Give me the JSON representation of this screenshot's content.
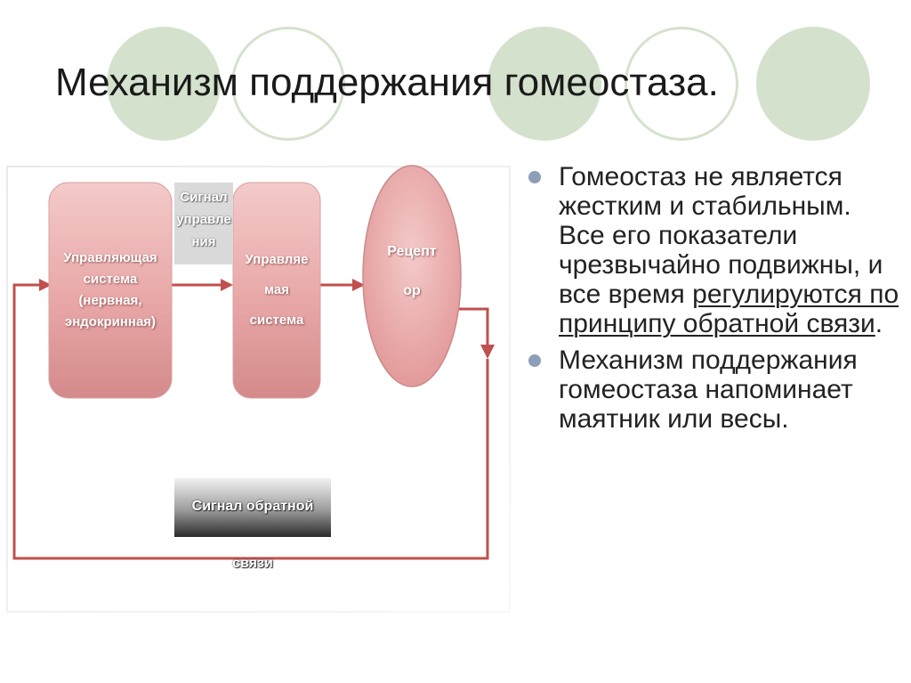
{
  "slide": {
    "title": "Механизм поддержания гомеостаза."
  },
  "theme": {
    "circle_color": "#d4e2cd",
    "box_color": "#e8a7a7",
    "line_color": "#c0504d"
  },
  "diagram": {
    "control_system": {
      "line1": "Управляющая",
      "line2": "система",
      "line3": "(нервная,",
      "line4": "эндокринная)"
    },
    "control_signal": {
      "line1": "Сигнал",
      "line2": "управле",
      "line3": "ния"
    },
    "controlled_system": {
      "line1": "Управляе",
      "line2": "мая",
      "line3": "система"
    },
    "receptor": {
      "line1": "Рецепт",
      "line2": "ор"
    },
    "feedback_signal": "Сигнал обратной связи"
  },
  "bullets": {
    "b1_text": "Гомеостаз не является жестким и стабильным. Все его показатели чрезвычайно подвижны, и все время ",
    "b1_link": "регулируются по принципу обратной связи",
    "b1_end": ".",
    "b2_text": "Механизм поддержания гомеостаза напоминает маятник или весы."
  }
}
